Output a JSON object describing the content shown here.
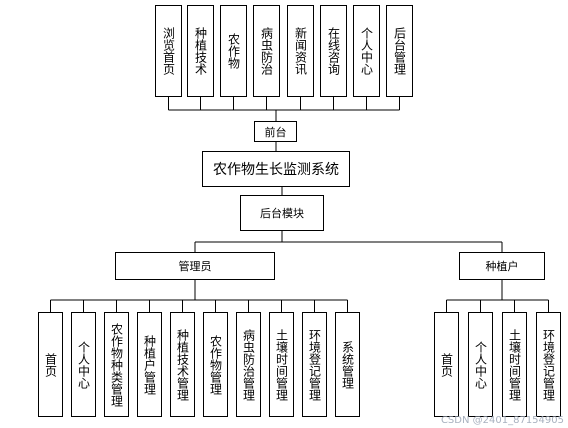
{
  "frontend_modules": [
    "浏览首页",
    "种植技术",
    "农作物",
    "病虫防治",
    "新闻资讯",
    "在线咨询",
    "个人中心",
    "后台管理"
  ],
  "frontend_label": "前台",
  "system_title": "农作物生长监测系统",
  "backend_label": "后台模块",
  "admin_role": "管理员",
  "planter_role": "种植户",
  "admin_modules": [
    "首页",
    "个人中心",
    "农作物种类管理",
    "种植户管理",
    "种植技术管理",
    "农作物管理",
    "病虫防治管理",
    "土壤时间管理",
    "环境登记管理",
    "系统管理"
  ],
  "planter_modules": [
    "首页",
    "个人中心",
    "土壤时间管理",
    "环境登记管理"
  ],
  "watermark": "CSDN @2401_87154905"
}
